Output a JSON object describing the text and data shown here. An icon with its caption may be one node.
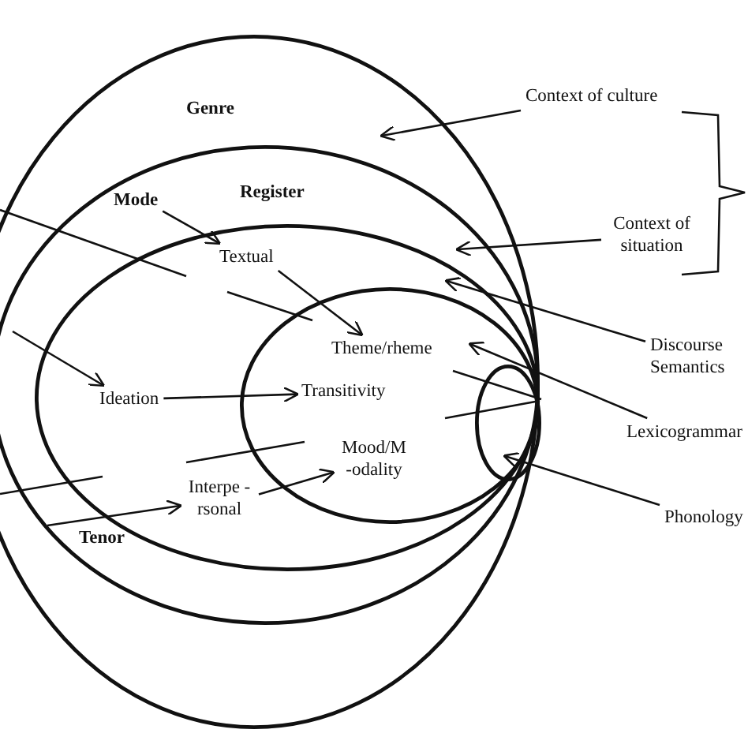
{
  "diagram": {
    "nodes": [
      {
        "text": [
          "Genre"
        ]
      },
      {
        "text": [
          "Register"
        ],
        "in": 0
      },
      {
        "text": [],
        "shape": "ellipse",
        "in": 1
      },
      {
        "text": [],
        "shape": "ellipse",
        "in": 2
      },
      {
        "text": [],
        "shape": "ellipse",
        "in": 3
      },
      {
        "text": [
          "Mode"
        ],
        "in": 1
      },
      {
        "text": [
          "Textual"
        ],
        "in": 2
      },
      {
        "text": [
          "Ideation"
        ],
        "in": 2
      },
      {
        "text": [
          "Theme/rheme"
        ],
        "in": 3
      },
      {
        "text": [
          "Transitivity"
        ],
        "in": 3
      },
      {
        "text": [
          "Mood/M -odality"
        ],
        "in": 3
      },
      {
        "text": [
          "Interpe -rsonal"
        ],
        "in": 2
      },
      {
        "text": [
          "Tenor"
        ],
        "in": 1
      },
      {
        "text": [
          "Context of culture"
        ]
      },
      {
        "text": [
          "Context of situation"
        ]
      },
      {
        "text": [
          "Discourse Semantics"
        ]
      },
      {
        "text": [
          "Lexicogrammar"
        ]
      },
      {
        "text": [
          "Phonology"
        ]
      }
    ],
    "edges": [
      {
        "from": 13,
        "to": 0,
        "arrow": "to"
      },
      {
        "from": 14,
        "to": 1,
        "arrow": "to"
      },
      {
        "from": 15,
        "to": 2,
        "arrow": "to"
      },
      {
        "from": 16,
        "to": 3,
        "arrow": "to"
      },
      {
        "from": 17,
        "to": 4,
        "arrow": "to"
      },
      {
        "from": 5,
        "to": 6,
        "arrow": "to"
      },
      {
        "from": 6,
        "to": 8,
        "arrow": "to"
      },
      {
        "from": null,
        "to": 7,
        "arrow": "to"
      },
      {
        "from": 7,
        "to": 9,
        "arrow": "to"
      },
      {
        "from": null,
        "to": 11,
        "arrow": "to"
      },
      {
        "from": 11,
        "to": 10,
        "arrow": "to"
      }
    ]
  }
}
